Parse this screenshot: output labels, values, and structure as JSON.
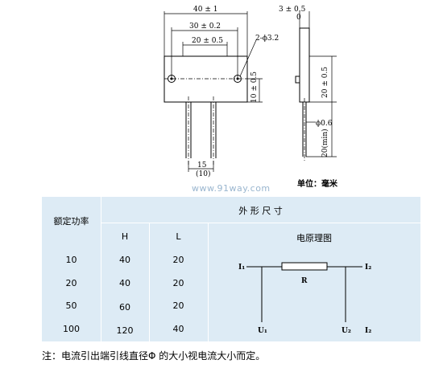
{
  "drawing": {
    "dims": {
      "width_total": "40 ± 1",
      "hole_spacing_outer": "30 ± 0.2",
      "hole_spacing_inner": "20 ± 0.5",
      "hole_dia": "2-ϕ3.2",
      "body_lower": "10 ± 0.5",
      "lead_pitch": "15",
      "lead_pitch_ref": "(10)",
      "thickness": "3 ± 0.5",
      "thickness_tol": "0",
      "side_height": "20 ± 0.5",
      "lead_dia": "ϕ0.6",
      "lead_length": "20(min)"
    },
    "unit_label": "单位：毫米",
    "watermark": "www.91way.com"
  },
  "table": {
    "col_power": "额定功率",
    "col_dims": "外 形 尺 寸",
    "col_h": "H",
    "col_l": "L",
    "col_circuit": "电原理图",
    "rows": [
      {
        "power": "10",
        "h": "40",
        "l": "20"
      },
      {
        "power": "20",
        "h": "40",
        "l": "20"
      },
      {
        "power": "50",
        "h": "60",
        "l": "20"
      },
      {
        "power": "100",
        "h": "120",
        "l": "40"
      }
    ],
    "circuit": {
      "i1": "I₁",
      "i2": "I₂",
      "r": "R",
      "u1": "U₁",
      "u2": "U₂",
      "i2_bottom": "I₂"
    }
  },
  "footnote": "注：电流引出端引线直径Φ 的大小视电流大小而定。"
}
